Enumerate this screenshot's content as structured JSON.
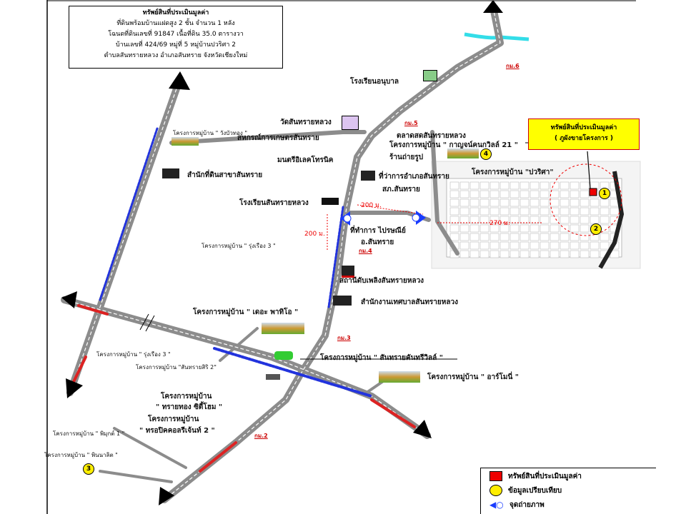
{
  "info_box": {
    "title": "ทรัพย์สินที่ประเมินมูลค่า",
    "lines": [
      "ที่ดินพร้อมบ้านแฝดสูง 2 ชั้น จำนวน 1 หลัง",
      "โฉนดที่ดินเลขที่ 91847 เนื้อที่ดิน 35.0 ตารางวา",
      "บ้านเลขที่ 424/69 หมู่ที่ 5 หมู่บ้านปวริศา 2",
      "ตำบลสันทรายหลวง อำเภอสันทราย จังหวัดเชียงใหม่"
    ]
  },
  "callout": {
    "line1": "ทรัพย์สินที่ประเมินมูลค่า",
    "line2": "( ภูผังขายโครงการ )"
  },
  "inset_title": "โครงการหมู่บ้าน \"ปวริศา\"",
  "distances": {
    "d1": "200 ม.",
    "d2": "200 ม.",
    "d3": "270 ม."
  },
  "km_markers": [
    "กม.6",
    "กม.5",
    "กม.4",
    "กม.3",
    "กม.2"
  ],
  "landmarks": {
    "anuban": "โรงเรียนอนุบาล",
    "wat": "วัดสันทรายหลวง",
    "coop": "สหกรณ์การเกษตรสันทราย",
    "market": "ตลาดสดสันทรายหลวง",
    "kanchanawilla": "โครงการหมู่บ้าน \" กาญจน์คนกวิลล์ 21 \"",
    "electronic": "มนตรีอิเลคโทรนิค",
    "photo_shop": "ร้านถ่ายรูป",
    "district_office": "ที่ว่าการอำเภอสันทราย",
    "police": "สภ.สันทราย",
    "land_office": "สำนักที่ดินสาขาสันทราย",
    "school": "โรงเรียนสันทรายหลวง",
    "post_office": "ที่ทำการ ไปรษณีย์",
    "post_office2": "อ.สันทราย",
    "fire_station": "สถานีดับเพลิงสันทรายหลวง",
    "municipality": "สำนักงานเทศบาลสันทรายหลวง",
    "wangbuathong": "โครงการหมู่บ้าน \" วังบัวทอง \"",
    "rungruang3a": "โครงการหมู่บ้าน \" รุ่งเรือง 3 \"",
    "rungruang3b": "โครงการหมู่บ้าน \" รุ่งเรือง 3 \"",
    "sansiri2": "โครงการหมู่บ้าน \"สันทรายสิริ 2\"",
    "patio": "โครงการหมู่บ้าน \" เดอะ พาทิโอ \"",
    "countryville": "โครงการหมู่บ้าน \" สันทรายคันทรีวิลล์ \"",
    "harmony": "โครงการหมู่บ้าน \" อาร์โมนี่ \"",
    "saithong_a": "โครงการหมู่บ้าน",
    "saithong_b": "\" ทรายทอง ซิตี้โฮม \"",
    "tropical_a": "โครงการหมู่บ้าน",
    "tropical_b": "\" ทรอปิคคอลรีเจ้นท์ 2 \"",
    "pimuk1": "โครงการหมู่บ้าน \" พิมุกต์ 1 \"",
    "pinnarit": "โครงการหมู่บ้าน \" พินนาลิต \""
  },
  "pins": [
    "1",
    "2",
    "3",
    "4"
  ],
  "photo_points": [
    "1",
    "2"
  ],
  "legend": {
    "items": [
      {
        "label": "ทรัพย์สินที่ประเมินมูลค่า",
        "icon": "red-square"
      },
      {
        "label": "ข้อมูลเปรียบเทียบ",
        "icon": "yellow-circle"
      },
      {
        "label": "จุดถ่ายภาพ",
        "icon": "blue-camera-point"
      }
    ]
  },
  "colors": {
    "road": "#8c8c8c",
    "subject": "#e00000",
    "comparable": "#ffee00",
    "photo": "#1a3cff",
    "callout": "#ffff00"
  }
}
